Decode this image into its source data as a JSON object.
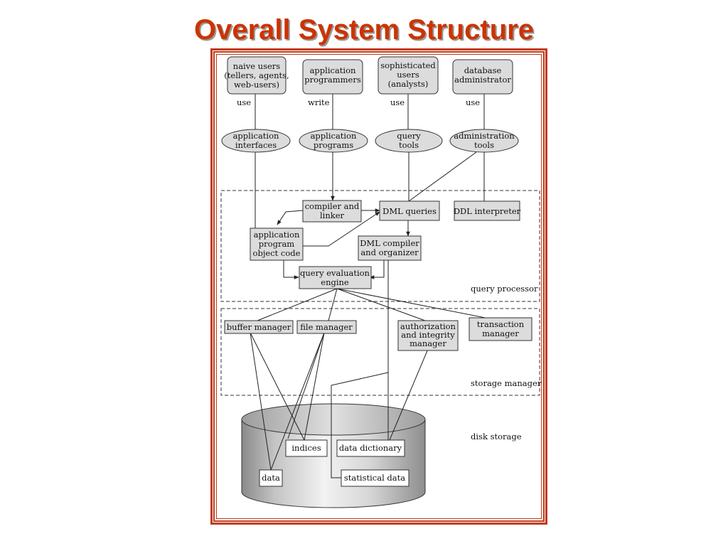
{
  "title": "Overall System Structure",
  "users": {
    "naive": [
      "naive users",
      "(tellers, agents,",
      "web-users)"
    ],
    "programmers": [
      "application",
      "programmers"
    ],
    "sophisticated": [
      "sophisticated",
      "users",
      "(analysts)"
    ],
    "dba": [
      "database",
      "administrator"
    ]
  },
  "edge_labels": {
    "use1": "use",
    "write": "write",
    "use2": "use",
    "use3": "use"
  },
  "tools": {
    "interfaces": [
      "application",
      "interfaces"
    ],
    "programs": [
      "application",
      "programs"
    ],
    "query_tools": [
      "query",
      "tools"
    ],
    "admin_tools": [
      "administration",
      "tools"
    ]
  },
  "query_processor": {
    "compiler": [
      "compiler and",
      "linker"
    ],
    "dml_queries": "DML queries",
    "ddl": "DDL interpreter",
    "object_code": [
      "application",
      "program",
      "object code"
    ],
    "dml_compiler": [
      "DML compiler",
      "and organizer"
    ],
    "engine": [
      "query evaluation",
      "engine"
    ],
    "label": "query processor"
  },
  "storage_manager": {
    "buffer": "buffer manager",
    "file": "file manager",
    "auth": [
      "authorization",
      "and integrity",
      "manager"
    ],
    "transaction": [
      "transaction",
      "manager"
    ],
    "label": "storage manager"
  },
  "disk": {
    "indices": "indices",
    "dictionary": "data dictionary",
    "data": "data",
    "statistical": "statistical data",
    "label": "disk storage"
  }
}
